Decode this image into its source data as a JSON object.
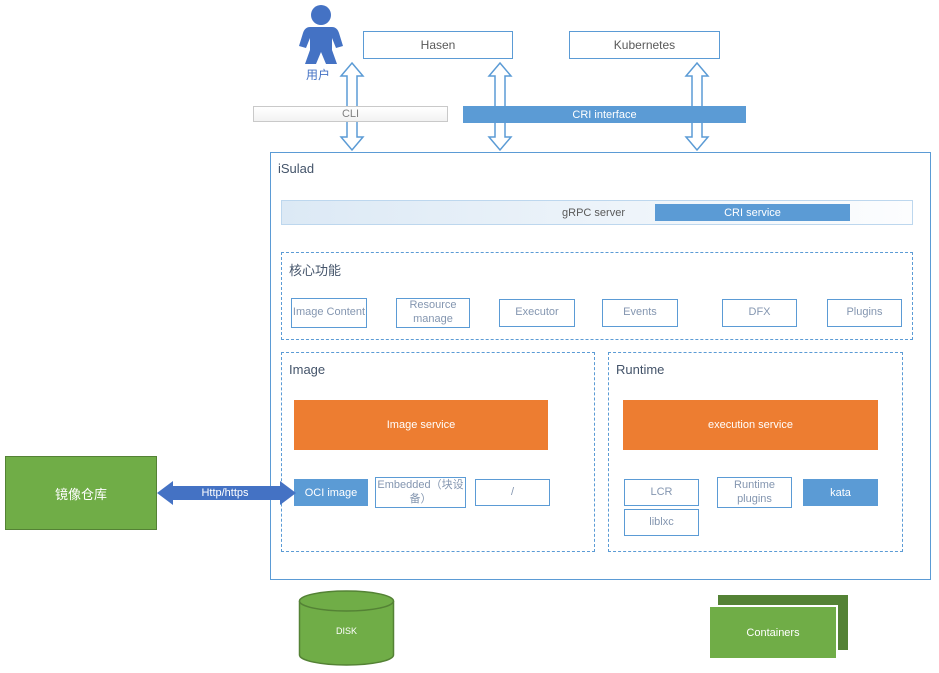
{
  "colors": {
    "accent_blue": "#5B9BD5",
    "dark_blue": "#4472C4",
    "orange": "#ED7D31",
    "green": "#70AD47",
    "dark_green": "#548235",
    "title_text": "#44546A",
    "gray_text": "#595959",
    "box_text": "#8496B0"
  },
  "top": {
    "user_label": "用户",
    "hasen": "Hasen",
    "kubernetes": "Kubernetes",
    "cli": "CLI",
    "cri_interface": "CRI interface"
  },
  "isulad": {
    "title": "iSulad",
    "grpc_server": "gRPC server",
    "cri_service": "CRI service",
    "core": {
      "title": "核心功能",
      "items": [
        "Image Content",
        "Resource manage",
        "Executor",
        "Events",
        "DFX",
        "Plugins"
      ]
    },
    "image": {
      "title": "Image",
      "service": "Image service",
      "oci": "OCI image",
      "embedded": "Embedded（块设备）",
      "slash": "/"
    },
    "runtime": {
      "title": "Runtime",
      "service": "execution service",
      "lcr": "LCR",
      "plugins": "Runtime plugins",
      "kata": "kata",
      "liblxc": "liblxc"
    }
  },
  "left": {
    "registry": "镜像仓库",
    "http": "Http/https"
  },
  "bottom": {
    "disk": "DISK",
    "containers": "Containers"
  }
}
